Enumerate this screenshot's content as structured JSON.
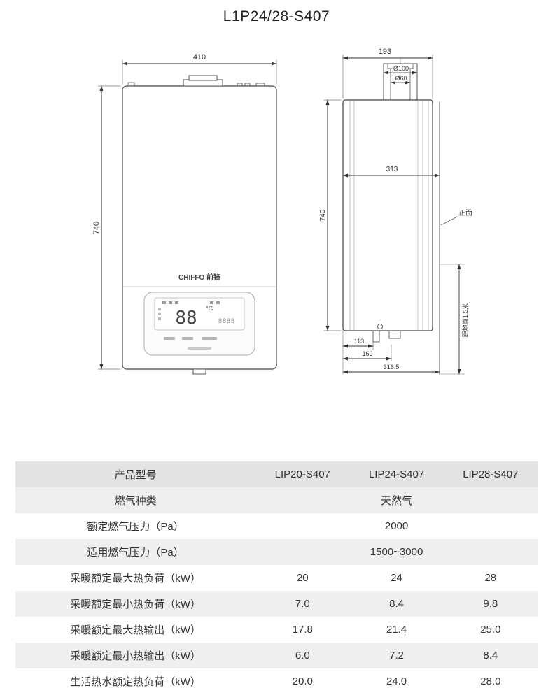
{
  "page": {
    "title": "L1P24/28-S407"
  },
  "colors": {
    "header_row": "#e4e4e4",
    "alt_row": "#efefef",
    "line": "#444444"
  },
  "drawing": {
    "front": {
      "width": "410",
      "height": "740",
      "brand": "CHIFFO 前锋",
      "display_main": "88",
      "display_unit": "°C",
      "display_sub": "8888"
    },
    "side": {
      "depth": "193",
      "flue_outer": "Ø100",
      "flue_inner": "Ø60",
      "inner_depth": "313",
      "height": "740",
      "front_label": "正面",
      "dim_113": "113",
      "dim_169": "169",
      "dim_3165": "316.5",
      "ground_clearance": "距地面1.5米"
    }
  },
  "table": {
    "header": {
      "label": "产品型号",
      "models": [
        "LIP20-S407",
        "LIP24-S407",
        "LIP28-S407"
      ]
    },
    "rows": [
      {
        "label": "燃气种类",
        "span": "天然气"
      },
      {
        "label": "额定燃气压力（Pa）",
        "span": "2000"
      },
      {
        "label": "适用燃气压力（Pa）",
        "span": "1500~3000"
      },
      {
        "label": "采暖额定最大热负荷（kW）",
        "values": [
          "20",
          "24",
          "28"
        ]
      },
      {
        "label": "采暖额定最小热负荷（kW）",
        "values": [
          "7.0",
          "8.4",
          "9.8"
        ]
      },
      {
        "label": "采暖额定最大热输出（kW）",
        "values": [
          "17.8",
          "21.4",
          "25.0"
        ]
      },
      {
        "label": "采暖额定最小热输出（kW）",
        "values": [
          "6.0",
          "7.2",
          "8.4"
        ]
      },
      {
        "label": "生活热水额定热负荷（kW）",
        "values": [
          "20.0",
          "24.0",
          "28.0"
        ]
      }
    ]
  }
}
